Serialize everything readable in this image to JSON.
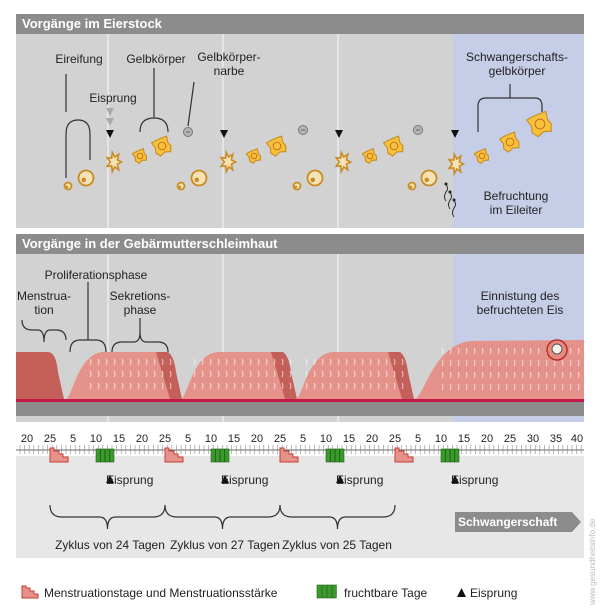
{
  "sections": {
    "ovary_title": "Vorgänge im Eierstock",
    "uterus_title": "Vorgänge in der Gebärmutterschleimhaut"
  },
  "ovary_labels": {
    "eireifung": "Eireifung",
    "gelbkoerper": "Gelbkörper",
    "gelbkoerpernarbe": "Gelbkörper-\nnarbe",
    "eisprung": "Eisprung",
    "schwangerschaftsgelbkoerper": "Schwangerschafts-\ngelbkörper",
    "befruchtung": "Befruchtung\nim Eileiter"
  },
  "uterus_labels": {
    "proliferation": "Proliferationsphase",
    "menstruation": "Menstrua-\ntion",
    "sekretion": "Sekretions-\nphase",
    "einnistung": "Einnistung des\nbefruchteten Eis"
  },
  "timeline": {
    "ticks": [
      "20",
      "25",
      "5",
      "10",
      "15",
      "20",
      "25",
      "5",
      "10",
      "15",
      "20",
      "25",
      "5",
      "10",
      "15",
      "20",
      "25",
      "5",
      "10",
      "15",
      "20",
      "25",
      "30",
      "35",
      "40"
    ],
    "ovulation_label": "Eisprung",
    "cycles": [
      "Zyklus von 24 Tagen",
      "Zyklus von 27 Tagen",
      "Zyklus von 25 Tagen"
    ],
    "pregnancy_label": "Schwangerschaft"
  },
  "legend": {
    "menstruation": "Menstruationstage und Menstruationsstärke",
    "fertile": "fruchtbare Tage",
    "ovulation": "Eisprung"
  },
  "credit": "www.gesundheitsinfo.de",
  "colors": {
    "ovary_bg": "#d2d2d2",
    "pregnancy_bg": "#c6cde6",
    "header": "#8c8c8c",
    "tissue": "#e4928a",
    "tissue_dark": "#c4605a",
    "base_line": "#c4174a",
    "fertile": "#3a9b2c",
    "corpus": "#f7c23b",
    "follicle": "#c98b24"
  }
}
